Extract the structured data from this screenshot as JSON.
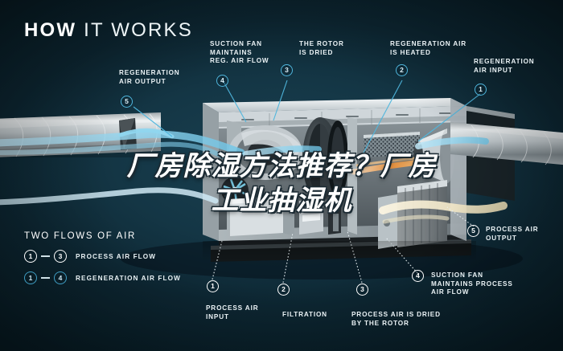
{
  "title": {
    "bold": "HOW",
    "light": "IT WORKS"
  },
  "overlay": {
    "line1": "厂房除湿方法推荐？厂房",
    "line2": "工业抽湿机"
  },
  "legend": {
    "heading": "TWO FLOWS OF AIR",
    "rows": [
      {
        "from": "1",
        "to": "3",
        "label": "PROCESS AIR FLOW",
        "color": "#ffffff",
        "style": "white"
      },
      {
        "from": "1",
        "to": "4",
        "label": "REGENERATION AIR FLOW",
        "color": "#3f9ec4",
        "style": "cyan"
      }
    ],
    "dash": "–"
  },
  "callouts": [
    {
      "num": "5",
      "label": "REGENERATION\nAIR OUTPUT",
      "flow": "regeneration",
      "color": "#4fb6dd"
    },
    {
      "num": "4",
      "label": "SUCTION FAN\nMAINTAINS\nREG. AIR FLOW",
      "flow": "regeneration",
      "color": "#4fb6dd"
    },
    {
      "num": "3",
      "label": "THE ROTOR\nIS DRIED",
      "flow": "regeneration",
      "color": "#4fb6dd"
    },
    {
      "num": "2",
      "label": "REGENERATION AIR\nIS HEATED",
      "flow": "regeneration",
      "color": "#4fb6dd"
    },
    {
      "num": "1",
      "label": "REGENERATION\nAIR INPUT",
      "flow": "regeneration",
      "color": "#4fb6dd"
    },
    {
      "num": "5",
      "label": "PROCESS AIR\nOUTPUT",
      "flow": "process",
      "color": "#ffffff"
    },
    {
      "num": "4",
      "label": "SUCTION FAN\nMAINTAINS PROCESS\nAIR FLOW",
      "flow": "process",
      "color": "#ffffff"
    },
    {
      "num": "3",
      "label": "PROCESS AIR IS DRIED\nBY THE ROTOR",
      "flow": "process",
      "color": "#ffffff"
    },
    {
      "num": "2",
      "label": "FILTRATION",
      "flow": "process",
      "color": "#ffffff"
    },
    {
      "num": "1",
      "label": "PROCESS AIR\nINPUT",
      "flow": "process",
      "color": "#ffffff"
    }
  ],
  "colors": {
    "background": "#123544",
    "accent_cyan": "#4fb6dd",
    "text": "#eaf2f5",
    "airflow_cool": "#9fd9ef",
    "airflow_hot": "#e8913c"
  },
  "artwork": {
    "subject": "desiccant-dehumidifier-cutaway",
    "description": "3D cutaway render of an industrial desiccant dehumidifier with spiral ducts, rotor, filters and fans"
  }
}
